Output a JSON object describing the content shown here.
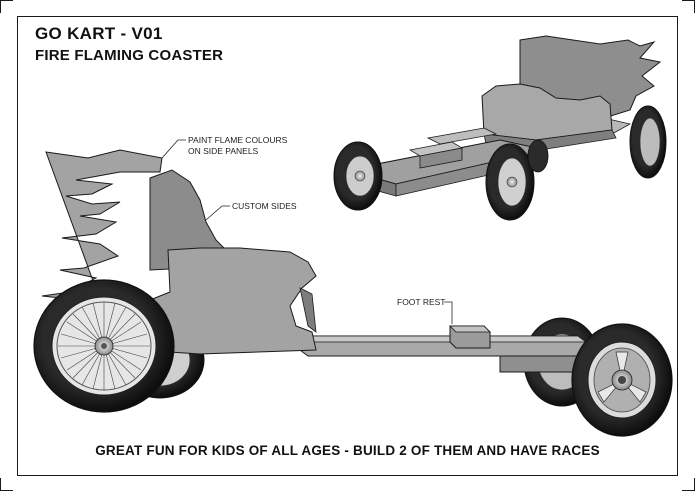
{
  "title": "GO KART - V01",
  "subtitle": "FIRE FLAMING COASTER",
  "callouts": {
    "flame_paint_line1": "PAINT FLAME COLOURS",
    "flame_paint_line2": "ON SIDE PANELS",
    "custom_sides": "CUSTOM SIDES",
    "foot_rest": "FOOT REST"
  },
  "footer": "GREAT FUN FOR KIDS OF ALL AGES - BUILD 2 OF THEM AND HAVE RACES",
  "colors": {
    "panel": "#a3a3a3",
    "panel_dark": "#7d7d7d",
    "panel_light": "#c4c4c4",
    "tire": "#1c1c1c",
    "rim": "#d9d9d9",
    "line": "#1a1a1a"
  }
}
